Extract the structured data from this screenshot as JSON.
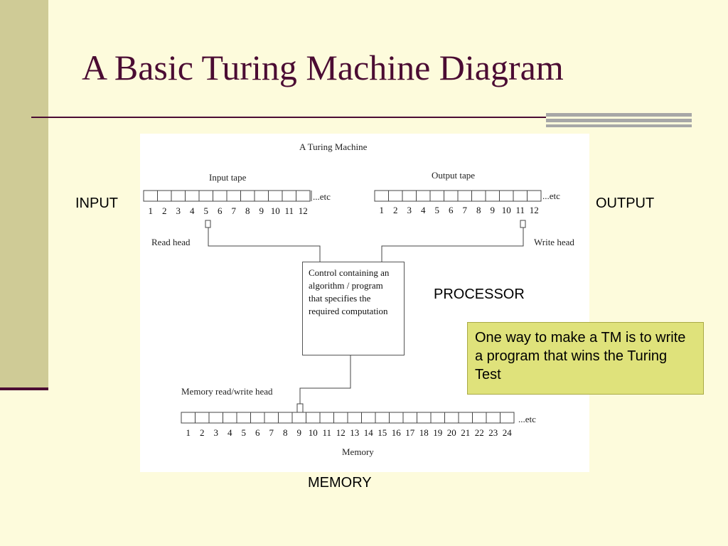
{
  "slide": {
    "title": "A Basic Turing Machine Diagram",
    "label_input": "INPUT",
    "label_output": "OUTPUT",
    "label_processor": "PROCESSOR",
    "label_memory": "MEMORY",
    "callout": "One way to make a TM is to write a program that wins the Turing Test"
  },
  "diagram": {
    "heading": "A Turing Machine",
    "input_tape": {
      "label": "Input tape",
      "etc": "...etc",
      "cells": [
        "1",
        "2",
        "3",
        "4",
        "5",
        "6",
        "7",
        "8",
        "9",
        "10",
        "11",
        "12"
      ]
    },
    "output_tape": {
      "label": "Output tape",
      "etc": "...etc",
      "cells": [
        "1",
        "2",
        "3",
        "4",
        "5",
        "6",
        "7",
        "8",
        "9",
        "10",
        "11",
        "12"
      ]
    },
    "read_head": "Read head",
    "write_head": "Write head",
    "control_text": "Control containing an algorithm / program that specifies the required computation",
    "memory_head": "Memory read/write head",
    "memory_tape": {
      "label": "Memory",
      "etc": "...etc",
      "cells": [
        "1",
        "2",
        "3",
        "4",
        "5",
        "6",
        "7",
        "8",
        "9",
        "10",
        "11",
        "12",
        "13",
        "14",
        "15",
        "16",
        "17",
        "18",
        "19",
        "20",
        "21",
        "22",
        "23",
        "24"
      ]
    }
  },
  "colors": {
    "title": "#4b0c33",
    "background": "#fdfbdc",
    "band": "#cfcb96",
    "callout": "#dfe27b"
  }
}
